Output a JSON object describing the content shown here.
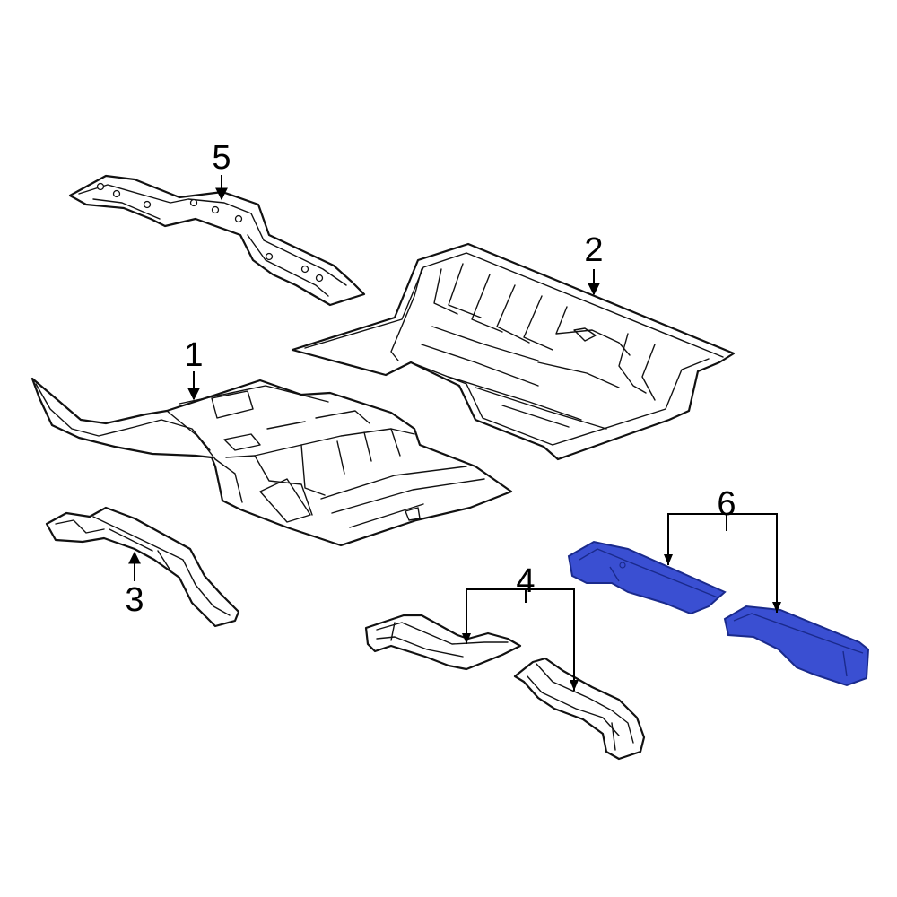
{
  "callouts": {
    "c1": "1",
    "c2": "2",
    "c3": "3",
    "c4": "4",
    "c5": "5",
    "c6": "6"
  },
  "colors": {
    "highlight_fill": "#3a4fd2",
    "highlight_stroke": "#1a2a8c",
    "outline": "#111111",
    "background": "#ffffff"
  },
  "highlighted_part": "6"
}
